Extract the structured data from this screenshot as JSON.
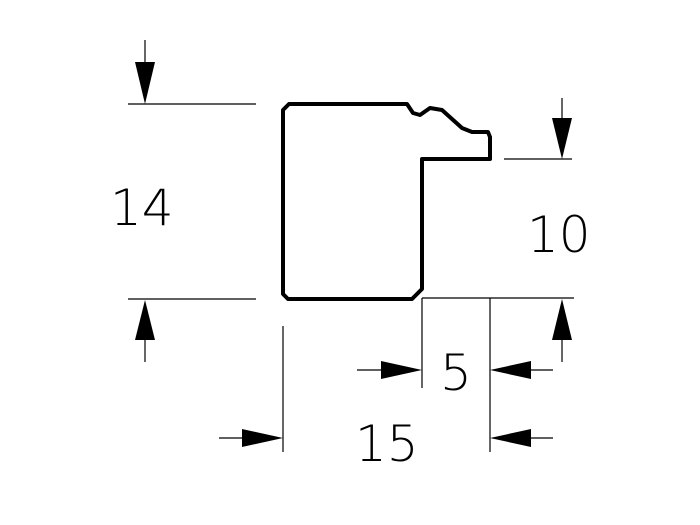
{
  "dimensions": {
    "height_total": "14",
    "height_rebate": "10",
    "width_rebate": "5",
    "width_total": "15"
  },
  "colors": {
    "line": "#000000",
    "background": "#ffffff"
  }
}
